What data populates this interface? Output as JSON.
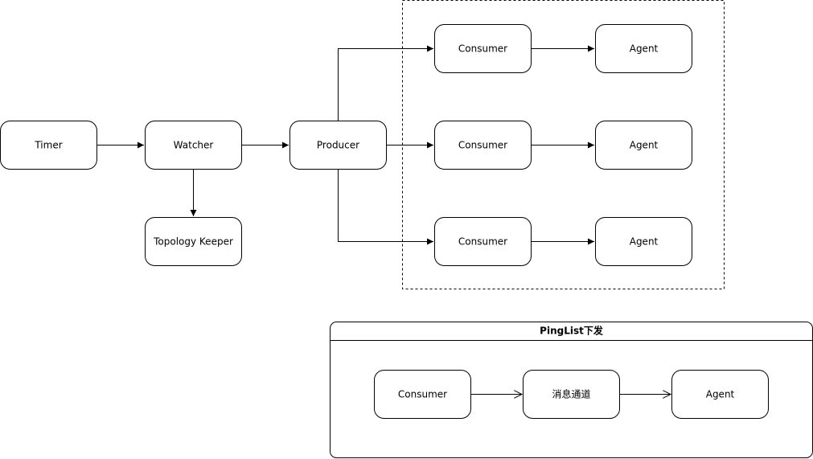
{
  "nodes": {
    "timer": "Timer",
    "watcher": "Watcher",
    "topology_keeper": "Topology Keeper",
    "producer": "Producer",
    "consumer_1": "Consumer",
    "consumer_2": "Consumer",
    "consumer_3": "Consumer",
    "agent_1": "Agent",
    "agent_2": "Agent",
    "agent_3": "Agent"
  },
  "pinglist_group": {
    "title": "PingList下发",
    "consumer": "Consumer",
    "channel": "消息通道",
    "agent": "Agent"
  },
  "colors": {
    "stroke": "#000000",
    "fill": "#ffffff"
  }
}
